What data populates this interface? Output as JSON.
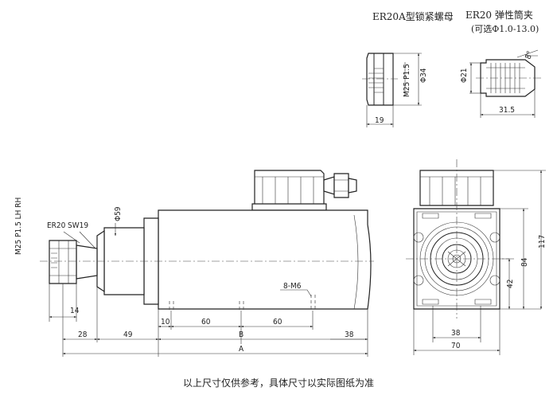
{
  "nut": {
    "title": "ER20A型锁紧螺母",
    "thread": "M25 P1.5",
    "dia": "Φ34",
    "width": "19"
  },
  "collet": {
    "title": "ER20   弹性筒夹",
    "range": "(可选Φ1.0-13.0)",
    "dia": "Φ21",
    "length": "31.5",
    "angle": "8°"
  },
  "side": {
    "thread": "M25 P1.5 LH RH",
    "er20": "ER20",
    "sw19": "SW19",
    "dia59": "Φ59",
    "bolt": "8-M6",
    "dims": {
      "d14": "14",
      "d28": "28",
      "d49": "49",
      "d10": "10",
      "d60a": "60",
      "d60b": "60",
      "d38": "38",
      "B": "B",
      "A": "A"
    }
  },
  "front": {
    "d38": "38",
    "d70": "70",
    "d42": "42",
    "d84": "84",
    "d117": "117"
  },
  "footnote": "以上尺寸仅供参考，具体尺寸以实际图纸为准"
}
